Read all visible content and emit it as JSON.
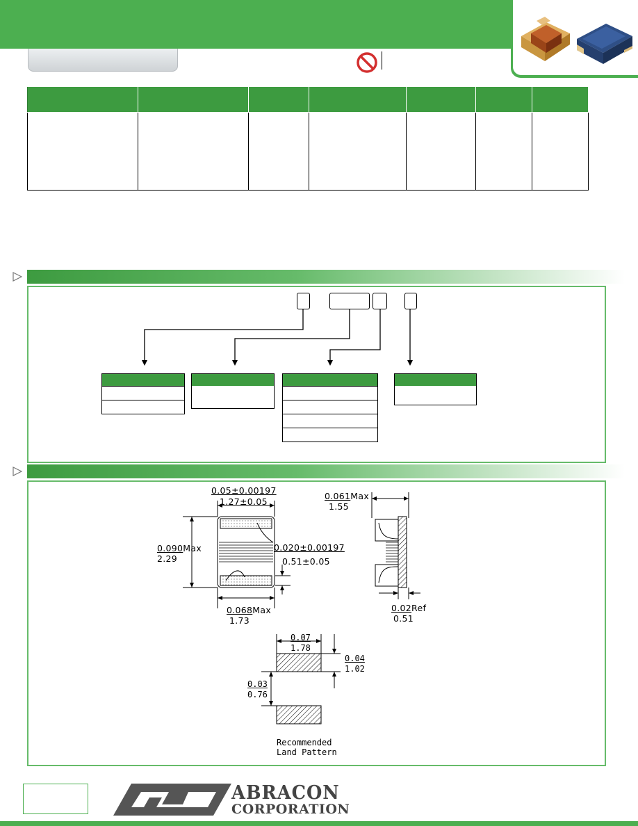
{
  "header": {
    "product_photo": "smd-wirewound-chip-inductor-photo",
    "no_symbol_icon": "prohibition-icon",
    "colors": {
      "brand_green": "#4caf50",
      "table_header_green": "#3d9b40"
    }
  },
  "drawing": {
    "top_view": {
      "pad_width_in": "0.05±0.00197",
      "pad_width_mm": "1.27±0.05",
      "height_in": "0.090",
      "height_max": "Max",
      "height_mm": "2.29",
      "gap_in": "0.020±0.00197",
      "gap_mm": "0.51±0.05",
      "width_in": "0.068",
      "width_max": "Max",
      "width_mm": "1.73"
    },
    "side_view": {
      "thickness_in": "0.061",
      "thickness_max": "Max",
      "thickness_mm": "1.55",
      "terminal_in": "0.02",
      "terminal_ref": "Ref",
      "terminal_mm": "0.51"
    },
    "land_pattern": {
      "pad_length_in": "0.07",
      "pad_length_mm": "1.78",
      "pad_height_in": "0.04",
      "pad_height_mm": "1.02",
      "spacing_in": "0.03",
      "spacing_mm": "0.76",
      "caption_line1": "Recommended",
      "caption_line2": "Land Pattern"
    }
  },
  "footer": {
    "company_line1": "ABRACON",
    "company_line2": "CORPORATION",
    "logo_icon": "abracon-logo-icon"
  }
}
